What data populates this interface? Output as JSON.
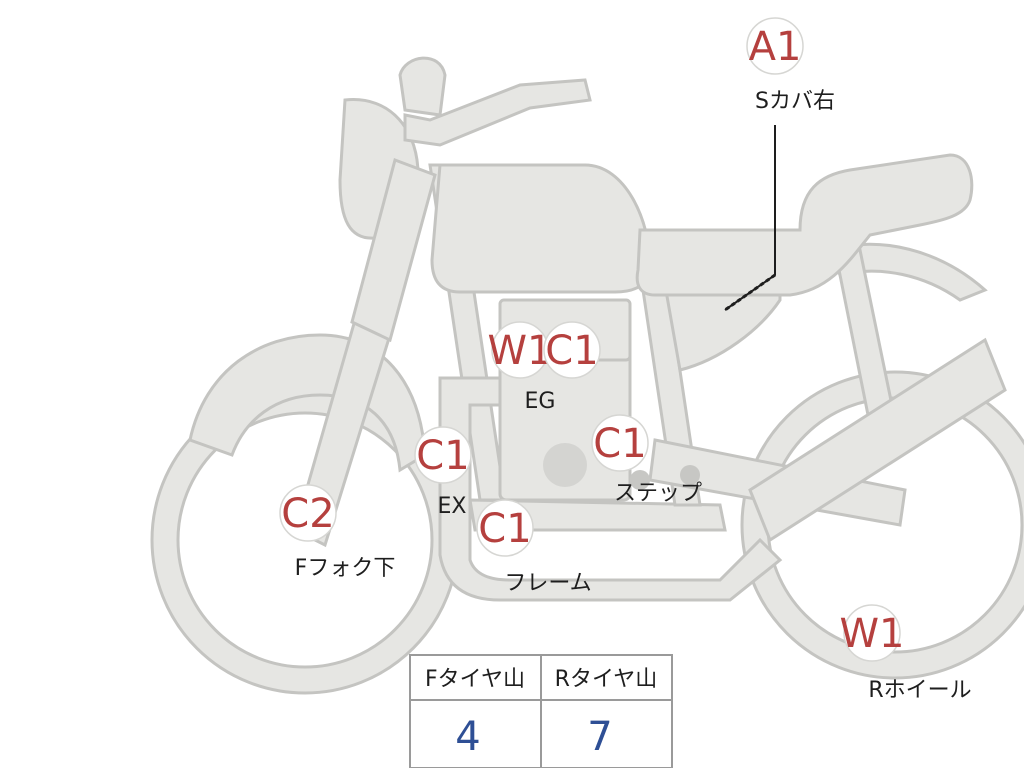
{
  "markers": [
    {
      "code": "A1",
      "label": "Sカバ右"
    },
    {
      "code": "W1",
      "label": ""
    },
    {
      "code": "C1",
      "label": "EG"
    },
    {
      "code": "C1",
      "label": "ステップ"
    },
    {
      "code": "C1",
      "label": "EX"
    },
    {
      "code": "C1",
      "label": "フレーム"
    },
    {
      "code": "C2",
      "label": "Fフォク下"
    },
    {
      "code": "W1",
      "label": "Rホイール"
    }
  ],
  "tire_table": {
    "front_header": "Fタイヤ山",
    "rear_header": "Rタイヤ山",
    "front_value": "4",
    "rear_value": "7"
  },
  "colors": {
    "bike_fill": "#e6e6e3",
    "bike_outline": "#c4c4c1",
    "marker_code": "#b5403e",
    "tire_value": "#2e4f95"
  }
}
